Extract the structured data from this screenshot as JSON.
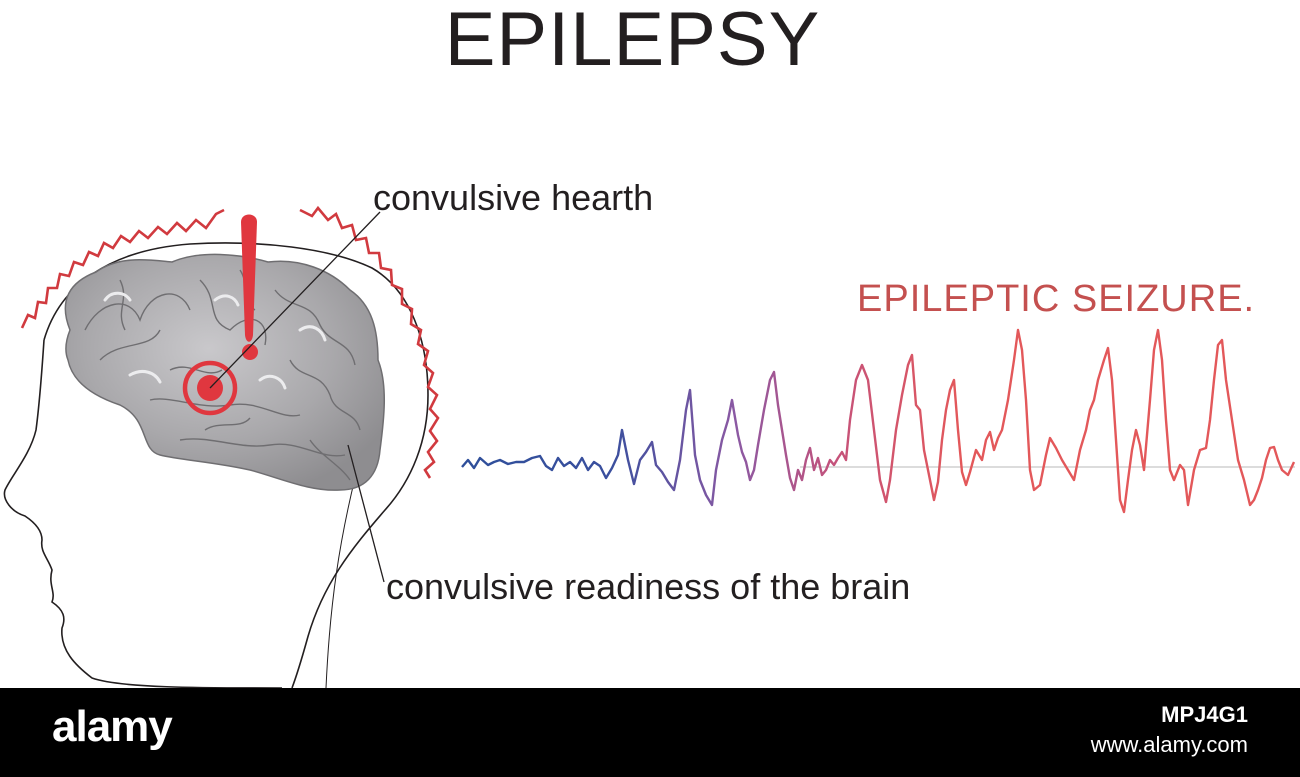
{
  "title": "EPILEPSY",
  "labels": {
    "focus": "convulsive hearth",
    "readiness": "convulsive readiness of the brain",
    "seizure": "EPILEPTIC SEIZURE."
  },
  "colors": {
    "text": "#231f20",
    "alert_red": "#e0373f",
    "zigzag_red": "#d13a3f",
    "wave_blue": "#2e4f9a",
    "wave_purple": "#8b59a3",
    "wave_red": "#e3585a",
    "brain_gray": "#a8a7aa"
  },
  "icons": [
    "exclamation-icon",
    "target-icon"
  ],
  "watermark": {
    "brand": "alamy",
    "image_id": "MPJ4G1",
    "site": "www.alamy.com"
  }
}
